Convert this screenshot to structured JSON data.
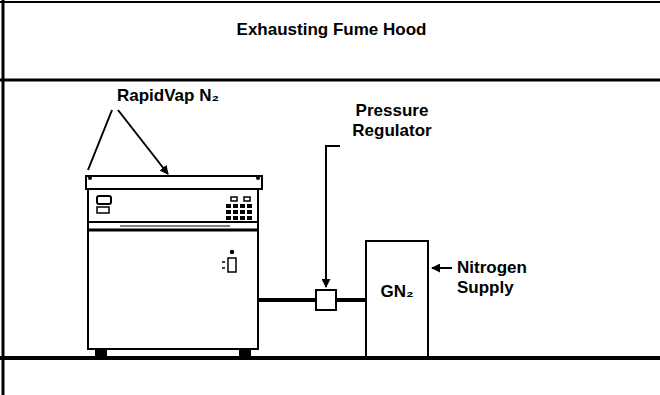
{
  "diagram": {
    "nodes": [
      {
        "text": [
          "Exhausting Fume Hood"
        ]
      },
      {
        "text": [
          "RapidVap N₂"
        ],
        "in": 0
      },
      {
        "text": [
          "Pressure Regulator"
        ],
        "in": 0
      },
      {
        "text": [
          "GN₂",
          "Nitrogen Supply"
        ],
        "in": 0
      }
    ],
    "edges": [
      {
        "from": 1,
        "to": 2,
        "arrow": "none"
      },
      {
        "from": 2,
        "to": 3,
        "arrow": "none"
      }
    ]
  }
}
